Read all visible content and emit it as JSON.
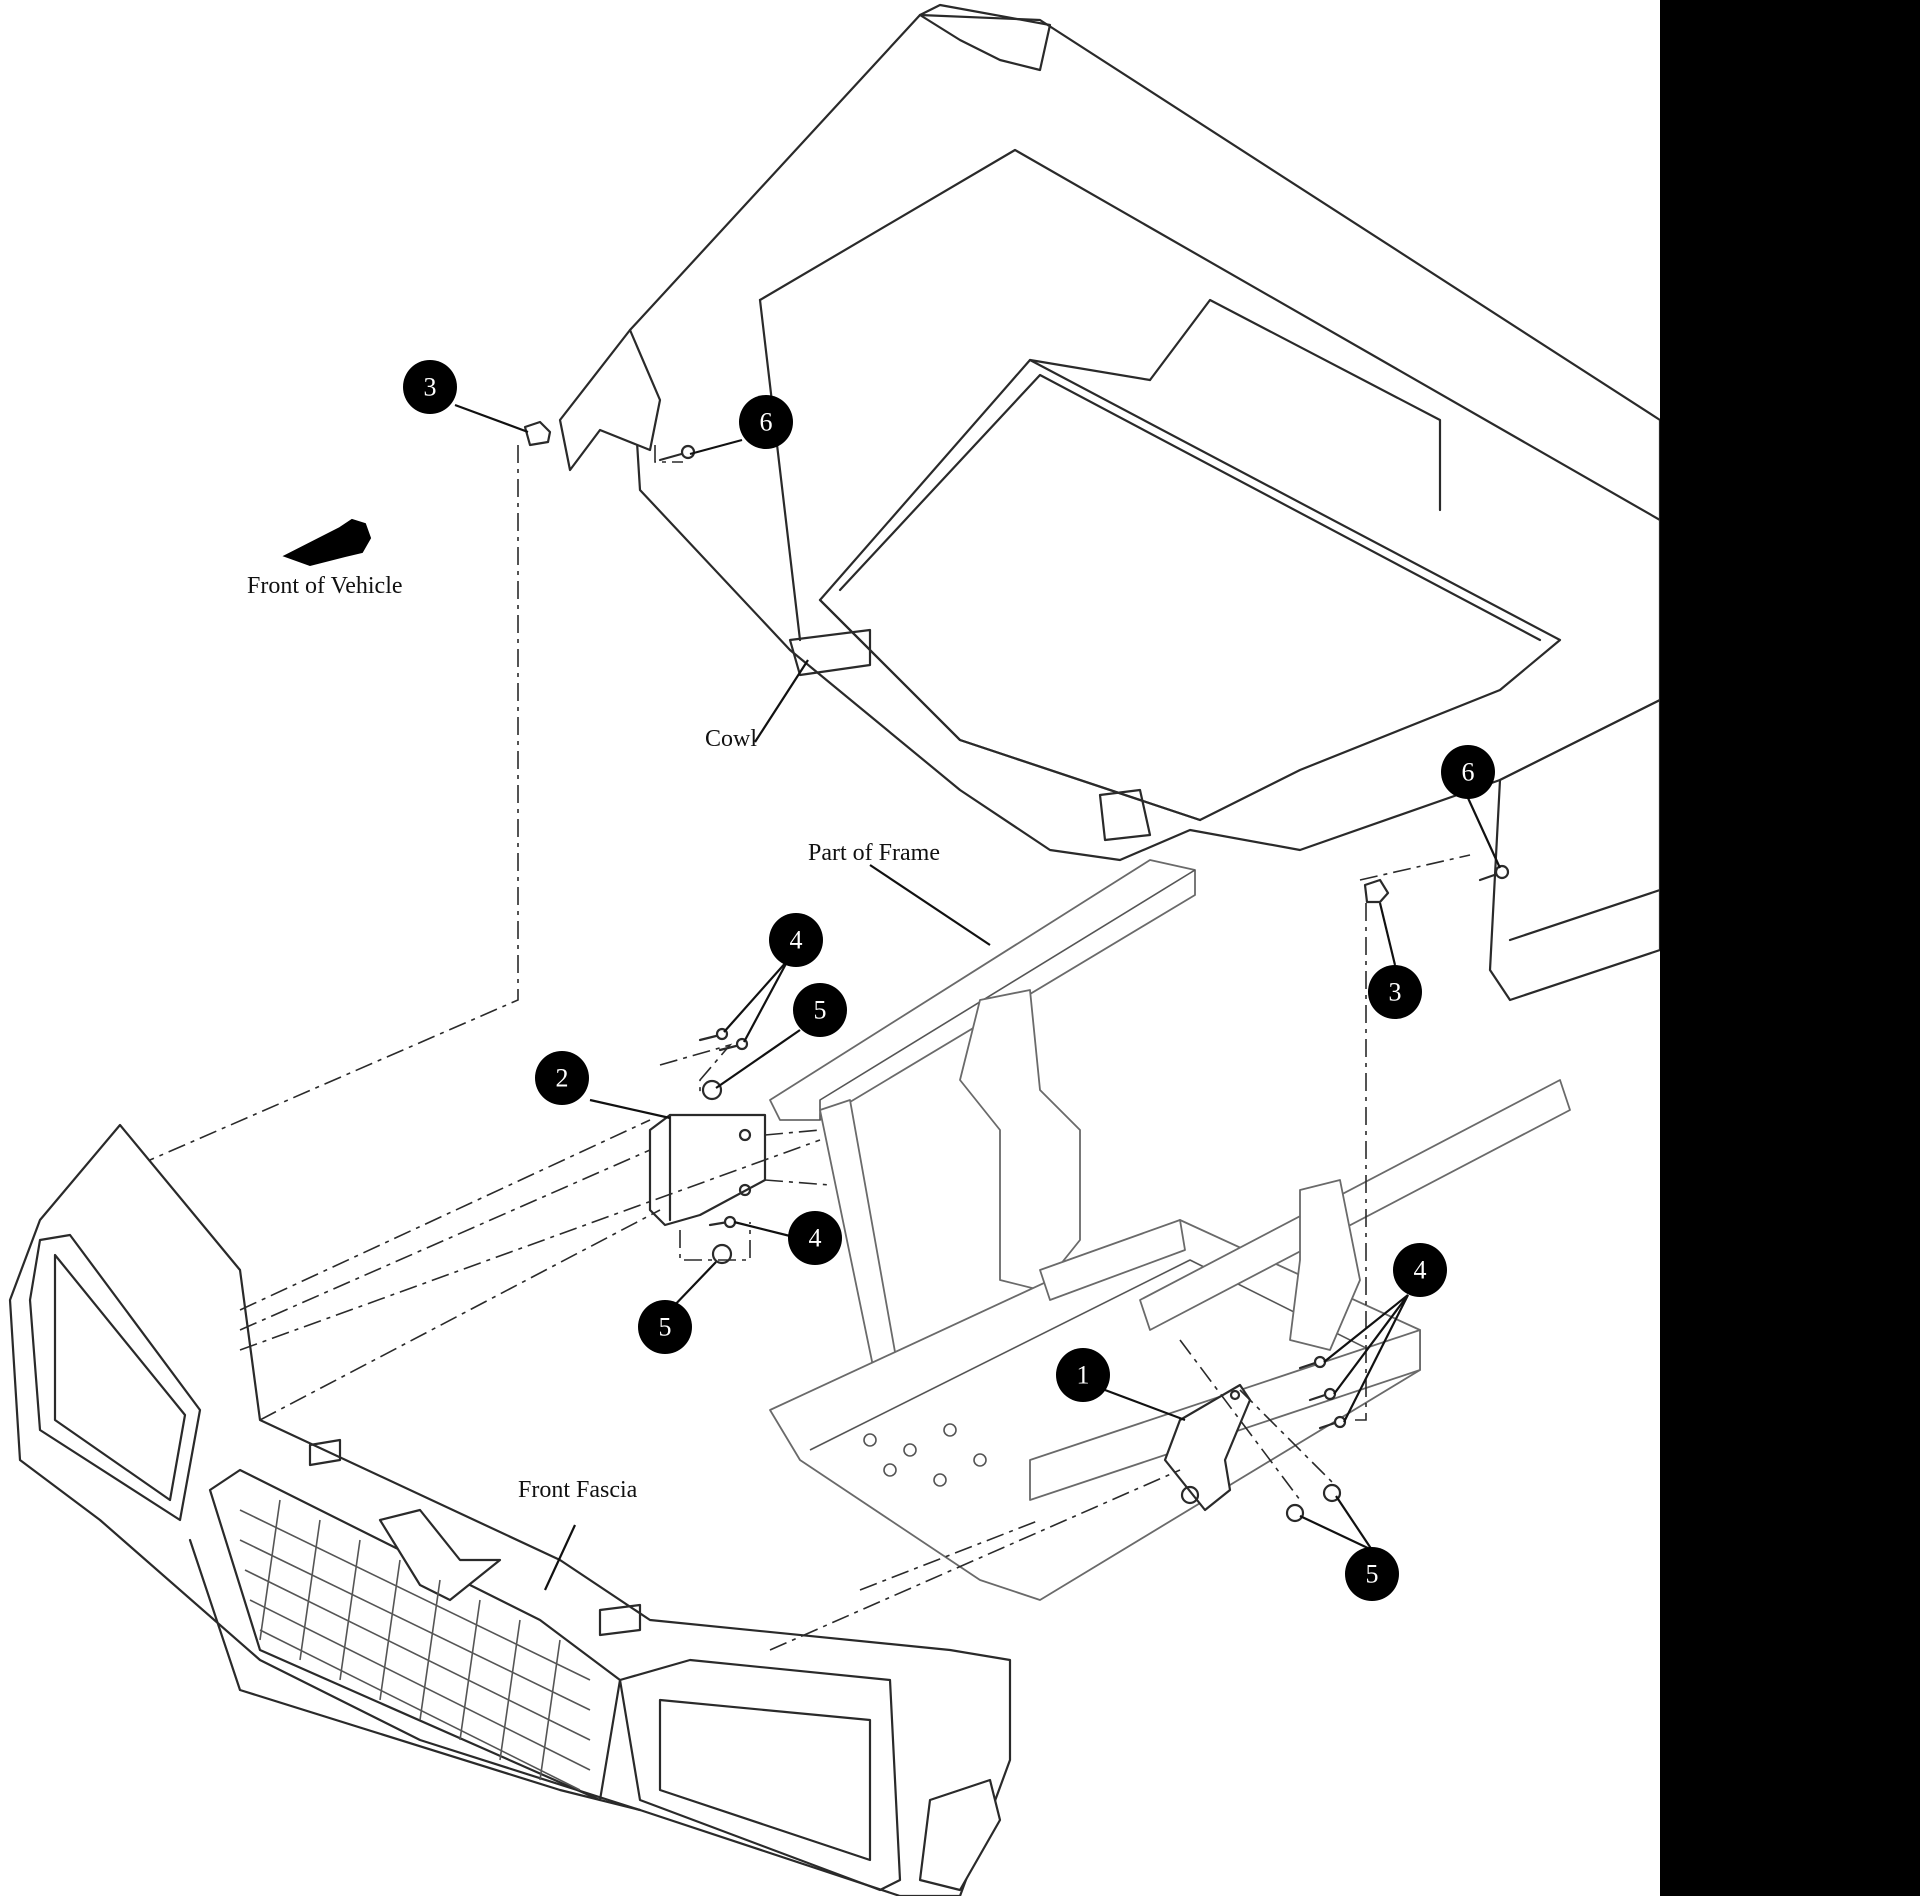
{
  "labels": {
    "front_of_vehicle": "Front of Vehicle",
    "cowl": "Cowl",
    "part_of_frame": "Part of Frame",
    "front_fascia": "Front Fascia"
  },
  "callouts": [
    "3",
    "6",
    "6",
    "3",
    "4",
    "5",
    "2",
    "4",
    "5",
    "1",
    "4",
    "5"
  ],
  "colors": {
    "callout_fill": "#000000",
    "callout_text": "#ffffff",
    "line": "#2a2a2a",
    "side_panel": "#000000"
  }
}
